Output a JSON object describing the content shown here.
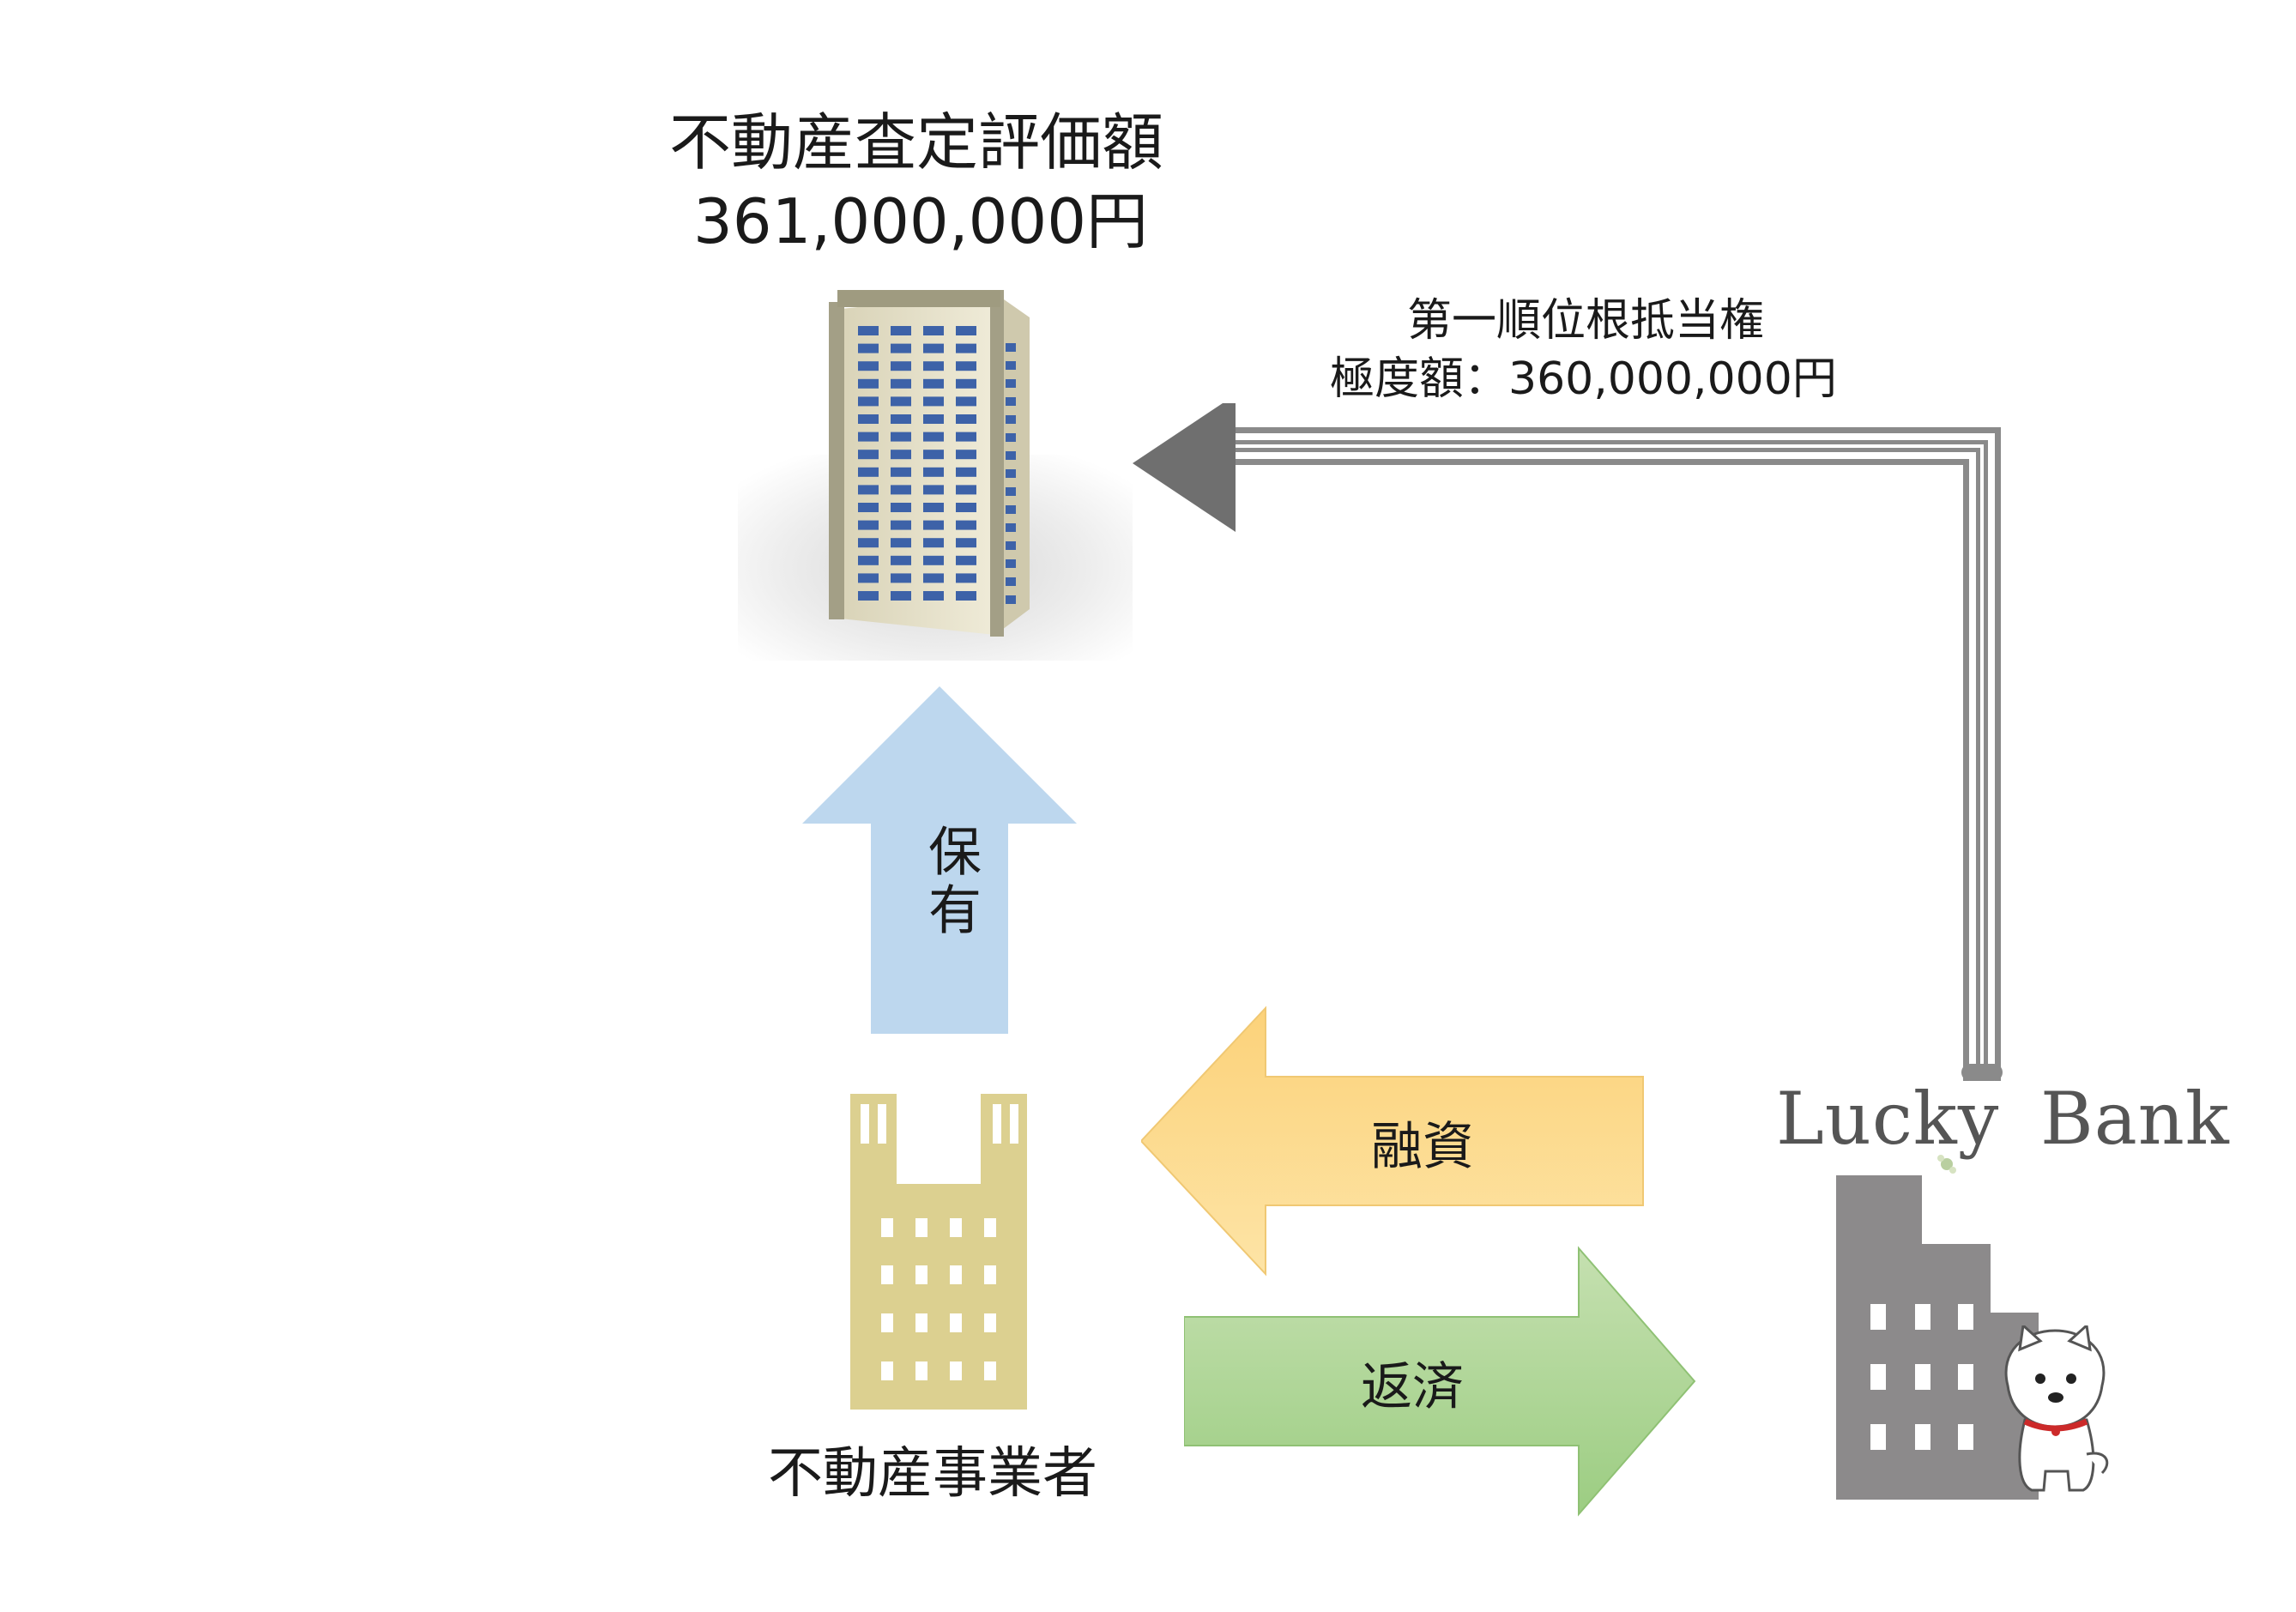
{
  "property": {
    "title": "不動産査定評価額",
    "value": "361,000,000円"
  },
  "mortgage": {
    "line1": "第一順位根抵当権",
    "line2": "極度額：360,000,000円"
  },
  "flows": {
    "hold_label": "保有",
    "loan_label": "融資",
    "repay_label": "返済"
  },
  "business": {
    "label": "不動産事業者"
  },
  "bank": {
    "name_word1": "Lucky",
    "name_word2": "Bank"
  },
  "colors": {
    "hold_arrow": "#bdd7ee",
    "loan_arrow": "#fbd98a",
    "repay_arrow": "#a9d18e",
    "business_building": "#dcd090",
    "bank_building": "#8c8a8b",
    "mortgage_arrow": "#8a8a8a"
  },
  "icons": {
    "property": "high-rise-building-icon",
    "business": "office-building-icon",
    "bank": "bank-building-icon",
    "mascot": "dog-mascot-icon"
  }
}
